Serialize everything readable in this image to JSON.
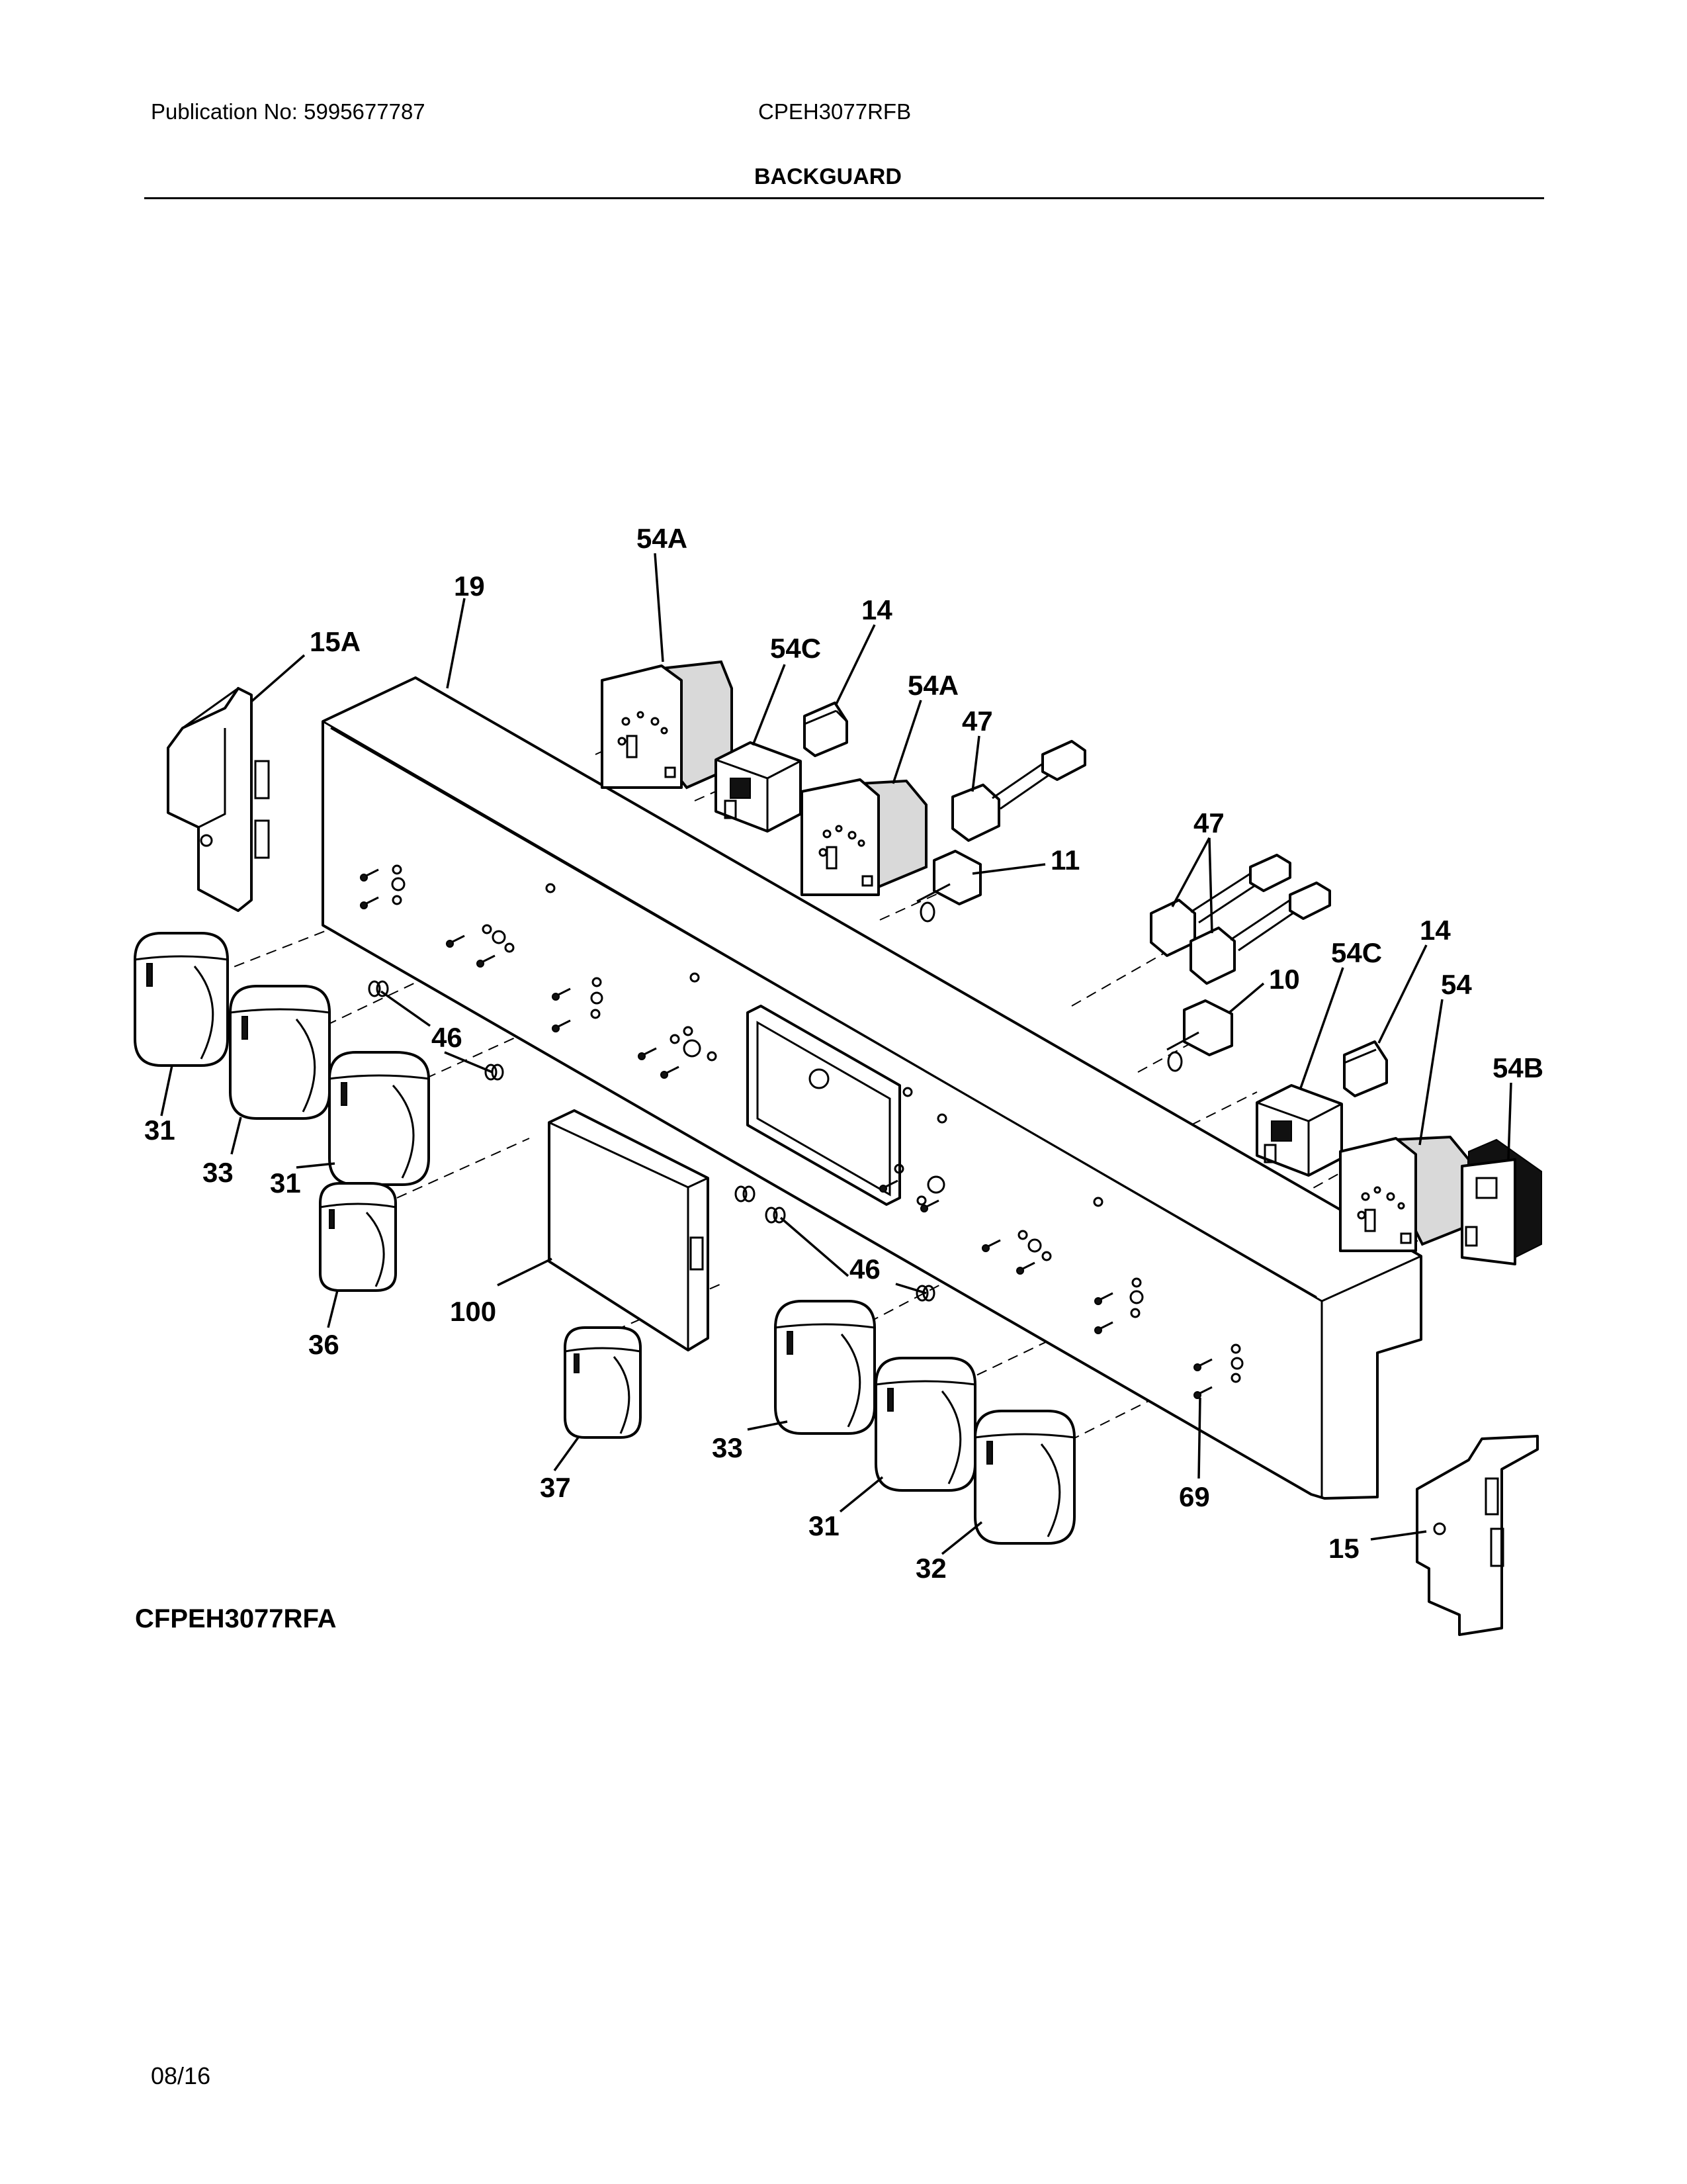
{
  "header": {
    "publication": "Publication No: 5995677787",
    "model": "CPEH3077RFB",
    "title": "BACKGUARD"
  },
  "footer": {
    "variant": "CFPEH3077RFA",
    "date": "08/16"
  },
  "callouts": {
    "c_15A": "15A",
    "c_19": "19",
    "c_54A_top": "54A",
    "c_54C_top": "54C",
    "c_14_top": "14",
    "c_54A_mid": "54A",
    "c_47_top": "47",
    "c_11": "11",
    "c_47_mid": "47",
    "c_14_right": "14",
    "c_54C_right": "54C",
    "c_10": "10",
    "c_54": "54",
    "c_54B": "54B",
    "c_46_left": "46",
    "c_46_mid": "46",
    "c_31_a": "31",
    "c_33_a": "33",
    "c_31_b": "31",
    "c_36": "36",
    "c_100": "100",
    "c_37": "37",
    "c_33_b": "33",
    "c_31_c": "31",
    "c_32": "32",
    "c_69": "69",
    "c_15": "15"
  }
}
